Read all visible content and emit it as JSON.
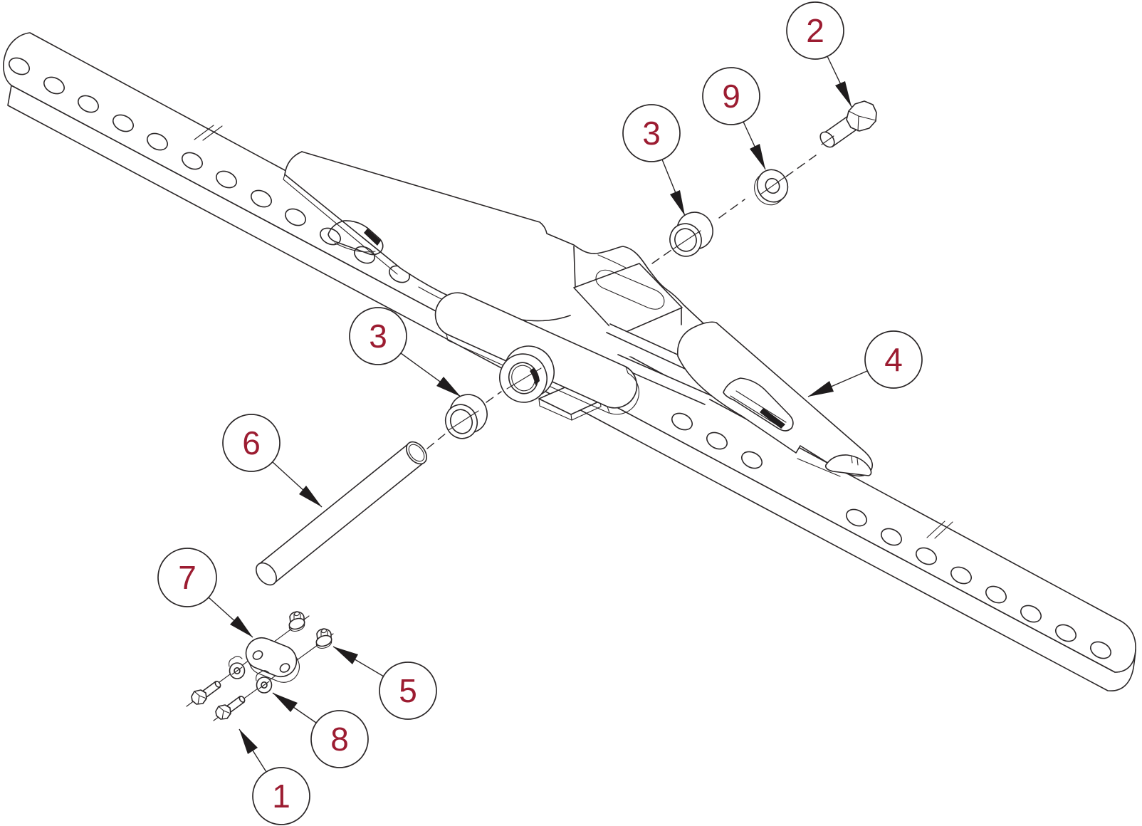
{
  "figure": {
    "kind": "exploded-parts-diagram",
    "background_color": "#ffffff",
    "line_color": "#2b2728",
    "callout_number_color": "#9c1c31",
    "visible_callout_numbers": [
      "1",
      "2",
      "3",
      "3",
      "4",
      "5",
      "6",
      "7",
      "8",
      "9"
    ]
  },
  "callouts": {
    "c1": {
      "label": "1"
    },
    "c2": {
      "label": "2"
    },
    "c3a": {
      "label": "3"
    },
    "c3b": {
      "label": "3"
    },
    "c4": {
      "label": "4"
    },
    "c5": {
      "label": "5"
    },
    "c6": {
      "label": "6"
    },
    "c7": {
      "label": "7"
    },
    "c8": {
      "label": "8"
    },
    "c9": {
      "label": "9"
    }
  }
}
